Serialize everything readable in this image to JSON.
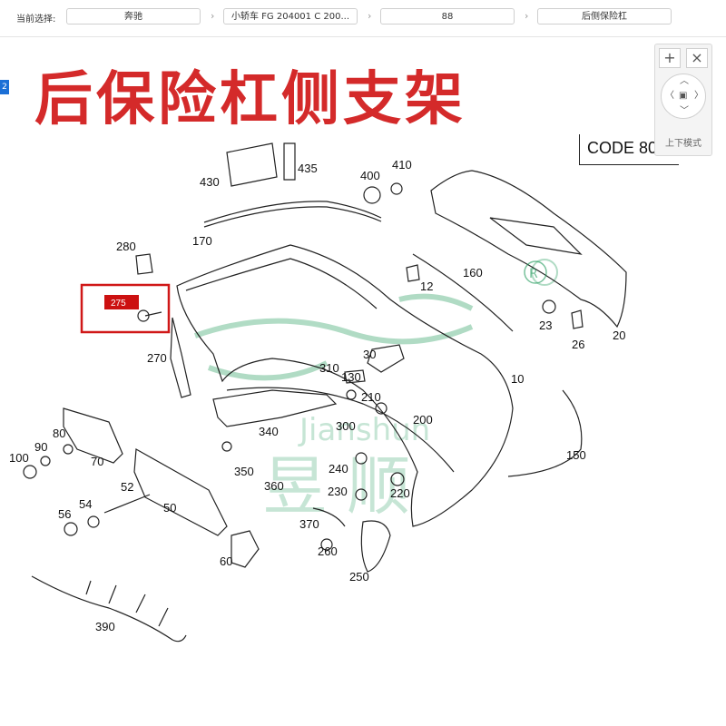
{
  "header": {
    "label": "当前选择:",
    "breadcrumbs": [
      "奔驰",
      "小轿车 FG 204001 C 200...",
      "88",
      "后侧保险杠"
    ]
  },
  "left_badge": "2",
  "title": "后保险杠侧支架",
  "code_box": "CODE 80",
  "controls": {
    "zoom_in": "+",
    "zoom_out": "×",
    "mode_label": "上下模式"
  },
  "watermark": {
    "cn": "昱 顺",
    "latin": "Jianshun"
  },
  "highlight": {
    "label": "275",
    "color": "#cc1111"
  },
  "parts": [
    "430",
    "435",
    "400",
    "410",
    "170",
    "280",
    "160",
    "12",
    "275",
    "23",
    "26",
    "20",
    "270",
    "30",
    "310",
    "10",
    "130",
    "210",
    "300",
    "200",
    "340",
    "80",
    "90",
    "100",
    "70",
    "350",
    "240",
    "52",
    "360",
    "230",
    "220",
    "150",
    "54",
    "50",
    "56",
    "370",
    "260",
    "60",
    "250",
    "390"
  ],
  "colors": {
    "title": "#d42a2a",
    "highlight": "#cc1111",
    "watermark": "#1f9a5a"
  }
}
